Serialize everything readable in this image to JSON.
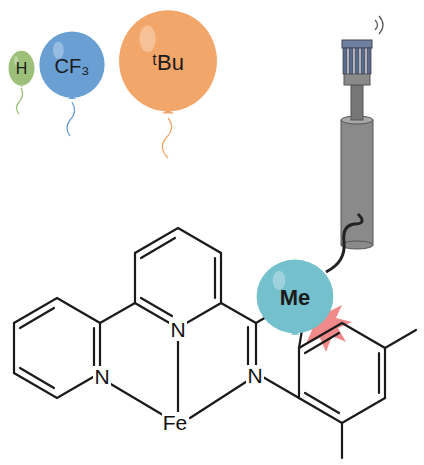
{
  "diagram": {
    "nodes": [
      {
        "text": [
          "H"
        ]
      },
      {
        "text": [
          "CF₃"
        ]
      },
      {
        "text": [
          "ᵗBu"
        ]
      },
      {
        "text": [
          "Me"
        ]
      }
    ],
    "labels": [
      "N",
      "N",
      "N",
      "Fe"
    ]
  }
}
